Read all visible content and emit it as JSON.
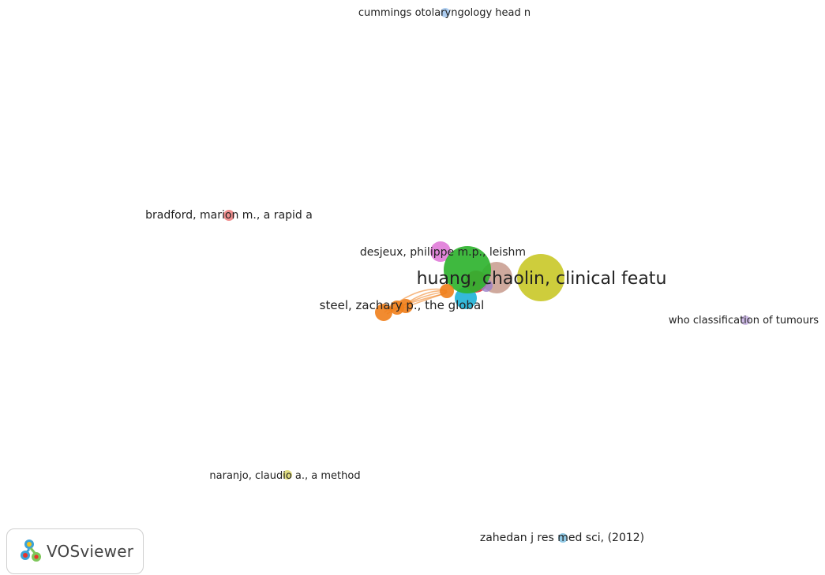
{
  "map": {
    "labels": {
      "cummings": "cummings otolaryngology head n",
      "bradford": "bradford, marion m., a rapid a",
      "desjeux": "desjeux, philippe m.p., leishm",
      "huang": "huang, chaolin, clinical featu",
      "steel": "steel, zachary p., the global",
      "who": "who classification of tumours",
      "naranjo": "naranjo, claudio a., a method",
      "zahedan": "zahedan j res med sci, (2012)"
    },
    "colors": {
      "yellow": "#c5c41a",
      "green": "#2fb32f",
      "pink": "#e07ad8",
      "tan": "#c79a8c",
      "red": "#d8343c",
      "cyan": "#1fb1d6",
      "orange": "#f07e1a",
      "light_blue": "#9ec4ef",
      "lavender": "#c4aee0",
      "light_red": "#ee7b7b",
      "light_yellow": "#dcd86a",
      "sky": "#7ec0e0"
    }
  },
  "logo": {
    "text": "VOSviewer",
    "icon": "vosviewer-logo-icon"
  }
}
